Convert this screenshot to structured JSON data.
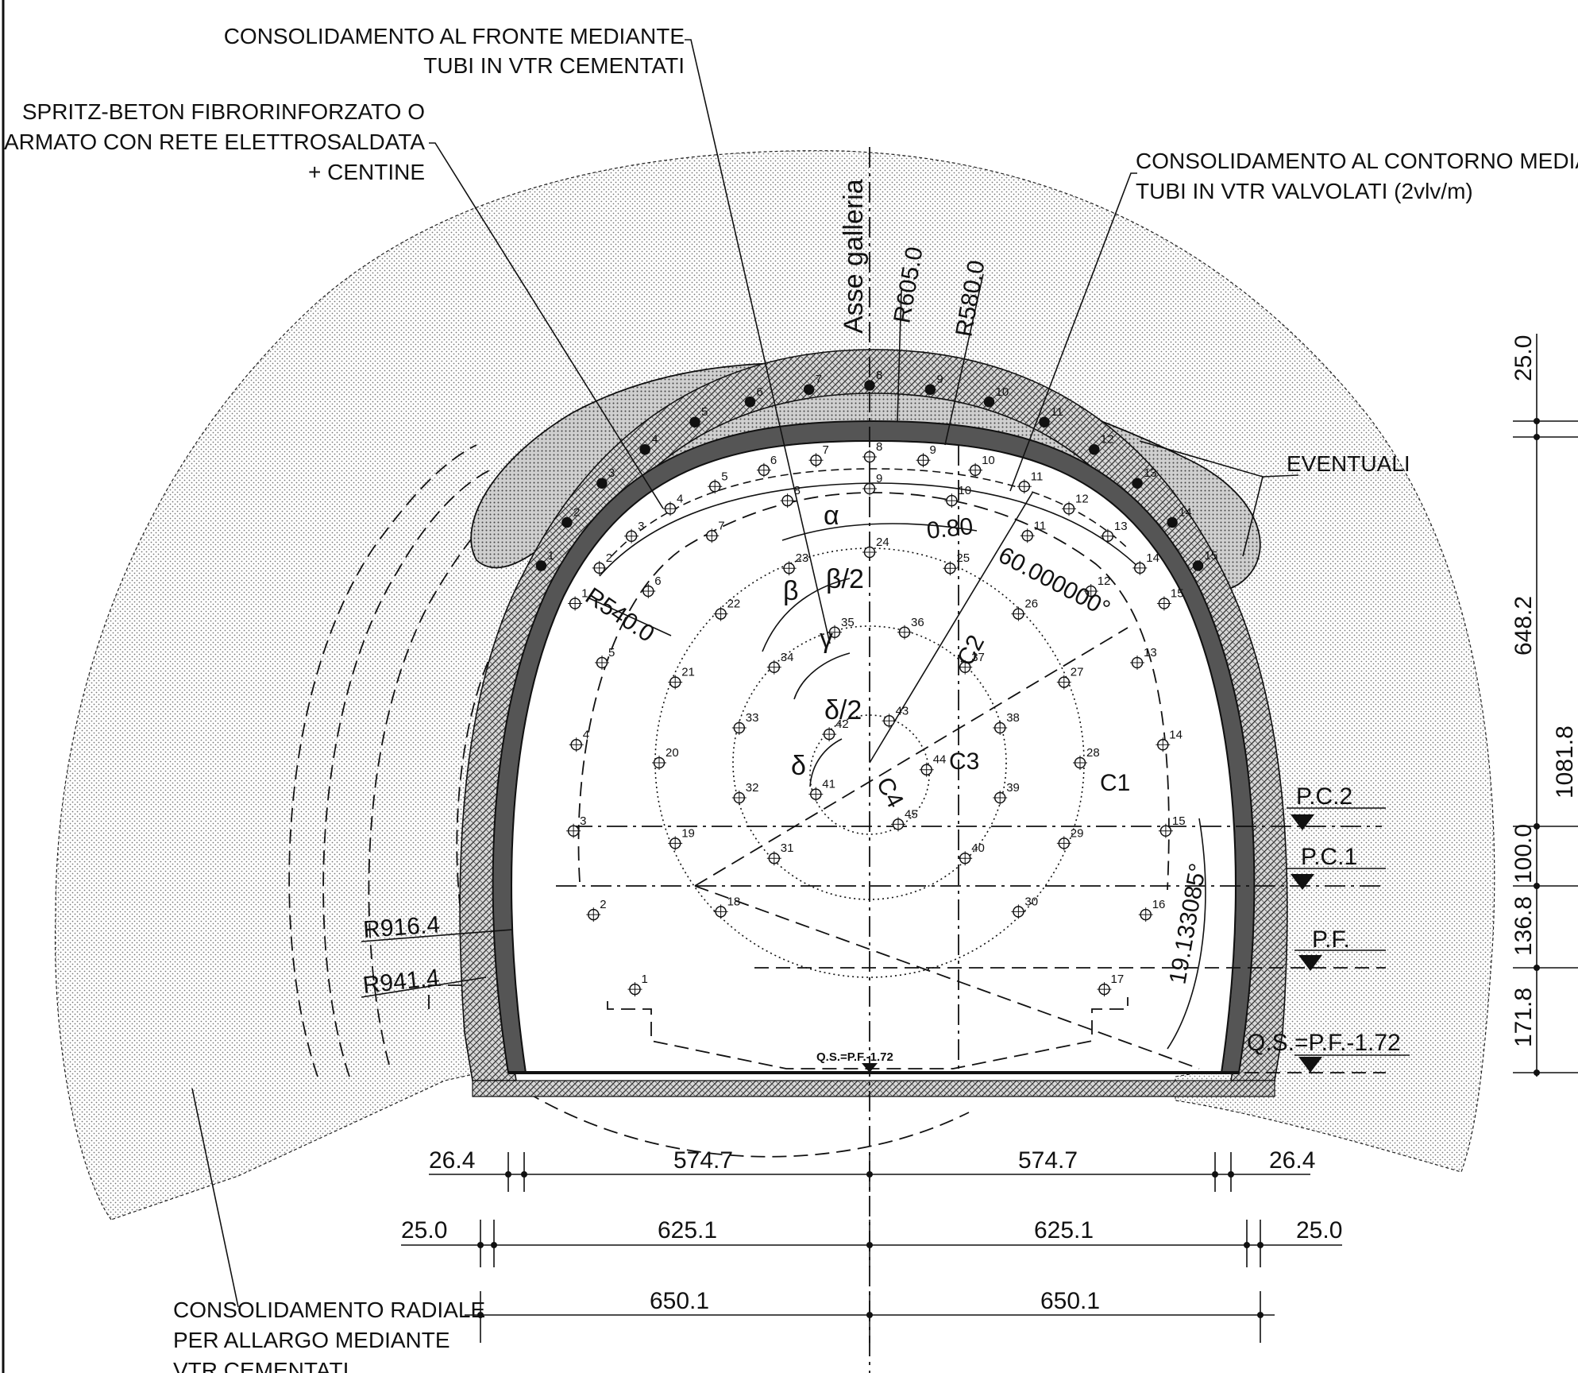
{
  "notes": {
    "face_line1": "CONSOLIDAMENTO AL FRONTE MEDIANTE",
    "face_line2": "TUBI IN VTR CEMENTATI",
    "spritz_line1": "SPRITZ-BETON FIBRORINFORZATO O",
    "spritz_line2": "ARMATO CON RETE ELETTROSALDATA",
    "spritz_line3": "+ CENTINE",
    "contour_line1": "CONSOLIDAMENTO AL CONTORNO MEDIANTE",
    "contour_line2": "TUBI IN VTR VALVOLATI (2vlv/m)",
    "eventuali": "EVENTUALI",
    "radial_line1": "CONSOLIDAMENTO RADIALE",
    "radial_line2": "PER ALLARGO MEDIANTE",
    "radial_line3": "VTR CEMENTATI"
  },
  "axis_label": "Asse galleria",
  "radii": {
    "r605": "R605.0",
    "r580": "R580.0",
    "r540": "R540.0",
    "r916": "R916.4",
    "r941": "R941.4"
  },
  "angles": {
    "spacing": "0.80",
    "angle_60": "60.000000°",
    "angle_19": "19.133085°",
    "alpha": "α",
    "beta": "β",
    "beta_half": "β/2",
    "gamma": "γ",
    "delta": "δ",
    "delta_half": "δ/2"
  },
  "circles": {
    "c1": "C1",
    "c2": "C2",
    "c3": "C3",
    "c4": "C4"
  },
  "levels": {
    "pc2": "P.C.2",
    "pc1": "P.C.1",
    "pf": "P.F.",
    "qs": "Q.S.=P.F.-1.72",
    "qs_small": "Q.S.=P.F.-1.72"
  },
  "dims_right": {
    "d25": "25.0",
    "d648": "648.2",
    "d1081": "1081.8",
    "d100": "100.0",
    "d136": "136.8",
    "d171": "171.8"
  },
  "dims_bottom": {
    "row1": [
      "26.4",
      "574.7",
      "574.7",
      "26.4"
    ],
    "row2": [
      "25.0",
      "625.1",
      "625.1",
      "25.0"
    ],
    "row3": [
      "650.1",
      "650.1"
    ]
  },
  "hole_numbers": {
    "outer_ring": [
      "1",
      "2",
      "3",
      "4",
      "5",
      "6",
      "7",
      "8",
      "9",
      "10",
      "11",
      "12",
      "13",
      "14",
      "15"
    ],
    "contour_ring": [
      "1",
      "2",
      "3",
      "4",
      "5",
      "6",
      "7",
      "8",
      "9",
      "10",
      "11",
      "12",
      "13",
      "14",
      "15"
    ],
    "c1_ring": [
      "1",
      "2",
      "3",
      "4",
      "5",
      "6",
      "7",
      "8",
      "9",
      "10",
      "11",
      "12",
      "13",
      "14",
      "15",
      "16",
      "17"
    ],
    "c2_ring": [
      "18",
      "19",
      "20",
      "21",
      "22",
      "23",
      "24",
      "25",
      "26",
      "27",
      "28",
      "29",
      "30"
    ],
    "c3_ring": [
      "31",
      "32",
      "33",
      "34",
      "35",
      "36",
      "37",
      "38",
      "39",
      "40"
    ],
    "c4_ring": [
      "41",
      "42",
      "43",
      "44",
      "45"
    ]
  }
}
